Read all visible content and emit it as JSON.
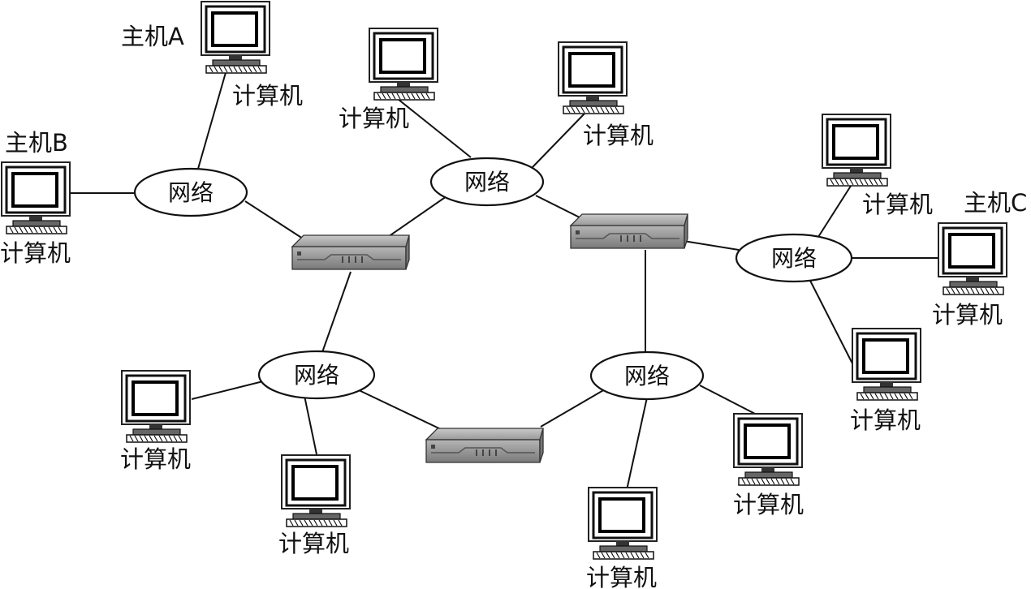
{
  "hosts": {
    "host_a": "主机A",
    "host_b": "主机B",
    "host_c": "主机C"
  },
  "computer_label": "计算机",
  "network_label": "网络"
}
